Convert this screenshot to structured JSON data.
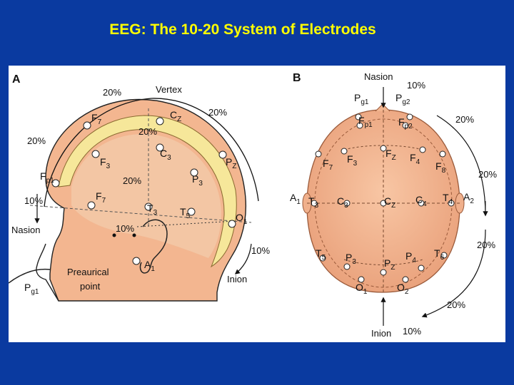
{
  "title": "EEG: The 10-20 System of Electrodes",
  "panel_a": {
    "panel_label": "A",
    "labels": {
      "vertex": "Vertex",
      "nasion": "Nasion",
      "inion": "Inion",
      "preaurical": "Preaurical",
      "point": "point",
      "pg1_main": "P",
      "pg1_sub": "g1"
    },
    "percents": [
      "20%",
      "20%",
      "20%",
      "20%",
      "20%",
      "10%",
      "10%",
      "10%"
    ],
    "electrodes": [
      {
        "main": "F",
        "sub": "7"
      },
      {
        "main": "F",
        "sub": "3"
      },
      {
        "main": "F",
        "sub": "p1"
      },
      {
        "main": "F",
        "sub": "7"
      },
      {
        "main": "C",
        "sub": "Z"
      },
      {
        "main": "C",
        "sub": "3"
      },
      {
        "main": "P",
        "sub": "3"
      },
      {
        "main": "P",
        "sub": "Z"
      },
      {
        "main": "T",
        "sub": "3"
      },
      {
        "main": "T",
        "sub": "5"
      },
      {
        "main": "O",
        "sub": "1"
      },
      {
        "main": "A",
        "sub": "1"
      }
    ]
  },
  "panel_b": {
    "panel_label": "B",
    "labels": {
      "nasion": "Nasion",
      "inion": "Inion"
    },
    "percents": [
      "10%",
      "20%",
      "20%",
      "20%",
      "20%",
      "10%"
    ],
    "electrodes": [
      {
        "main": "P",
        "sub": "g1"
      },
      {
        "main": "P",
        "sub": "g2"
      },
      {
        "main": "F",
        "sub": "p1"
      },
      {
        "main": "F",
        "sub": "p2"
      },
      {
        "main": "F",
        "sub": "7"
      },
      {
        "main": "F",
        "sub": "3"
      },
      {
        "main": "F",
        "sub": "Z"
      },
      {
        "main": "F",
        "sub": "4"
      },
      {
        "main": "F",
        "sub": "8"
      },
      {
        "main": "A",
        "sub": "1"
      },
      {
        "main": "T",
        "sub": "3"
      },
      {
        "main": "C",
        "sub": "3"
      },
      {
        "main": "C",
        "sub": "Z"
      },
      {
        "main": "C",
        "sub": "4"
      },
      {
        "main": "T",
        "sub": "4"
      },
      {
        "main": "A",
        "sub": "2"
      },
      {
        "main": "T",
        "sub": "5"
      },
      {
        "main": "P",
        "sub": "3"
      },
      {
        "main": "P",
        "sub": "Z"
      },
      {
        "main": "P",
        "sub": "4"
      },
      {
        "main": "T",
        "sub": "6"
      },
      {
        "main": "O",
        "sub": "1"
      },
      {
        "main": "O",
        "sub": "2"
      }
    ]
  },
  "colors": {
    "background": "#0a3aa0",
    "title": "#ffff00",
    "skin": "#f3b690",
    "skull_band": "#f6e79a",
    "brain": "#f2c9a8"
  }
}
